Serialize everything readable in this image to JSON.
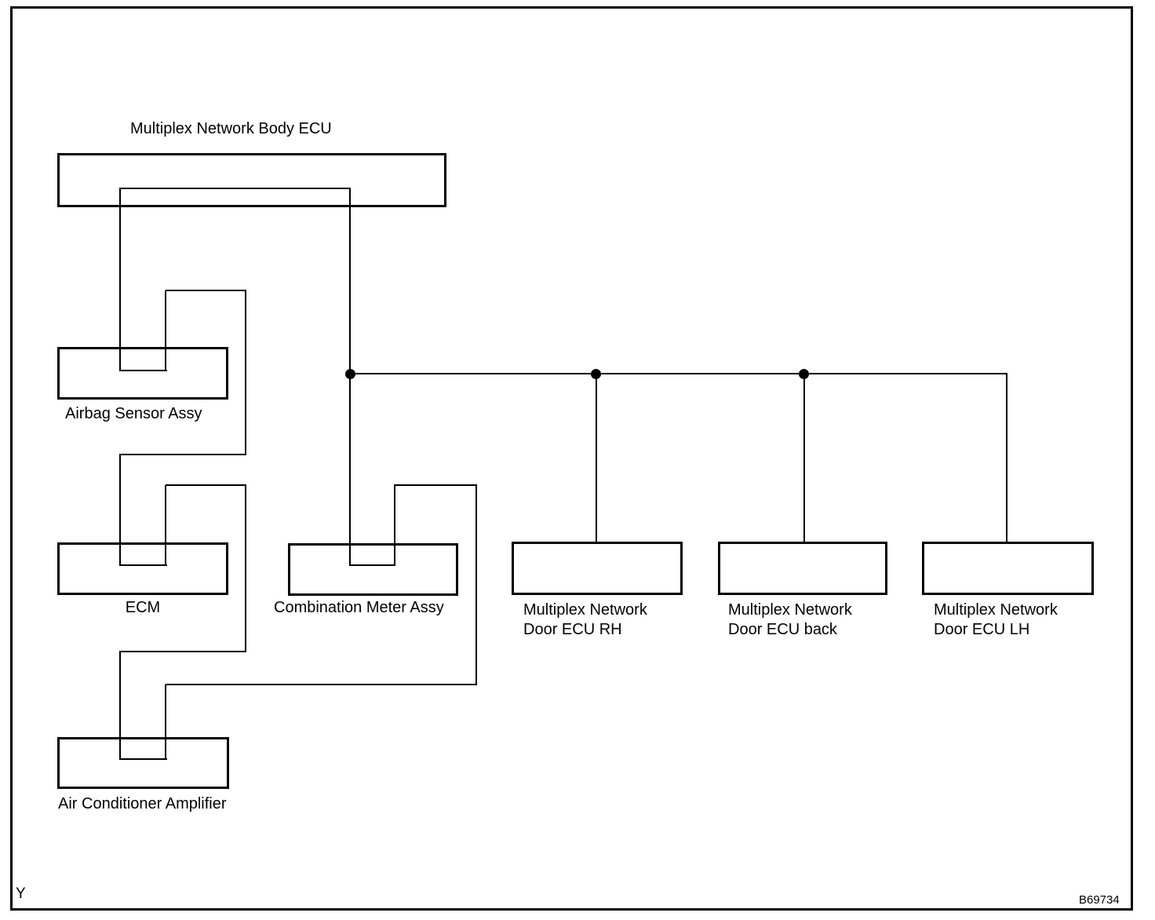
{
  "diagram": {
    "nodes": {
      "body_ecu": {
        "label": "Multiplex Network Body ECU"
      },
      "airbag_sensor": {
        "label": "Airbag Sensor Assy"
      },
      "ecm": {
        "label": "ECM"
      },
      "ac_amplifier": {
        "label": "Air Conditioner Amplifier"
      },
      "combination_meter": {
        "label": "Combination Meter Assy"
      },
      "door_ecu_rh": {
        "label_line1": "Multiplex Network",
        "label_line2": "Door ECU RH"
      },
      "door_ecu_back": {
        "label_line1": "Multiplex Network",
        "label_line2": "Door ECU back"
      },
      "door_ecu_lh": {
        "label_line1": "Multiplex Network",
        "label_line2": "Door ECU LH"
      }
    },
    "connections": [
      "Multiplex Network Body ECU - Airbag Sensor Assy",
      "Airbag Sensor Assy - ECM",
      "ECM - Air Conditioner Amplifier",
      "Air Conditioner Amplifier - Combination Meter Assy",
      "Combination Meter Assy - network bus junction",
      "network bus junction - Multiplex Network Body ECU",
      "network bus - Multiplex Network Door ECU RH",
      "network bus - Multiplex Network Door ECU back",
      "network bus - Multiplex Network Door ECU LH"
    ],
    "footer": {
      "page_letter": "Y",
      "figure_code": "B69734"
    },
    "colors": {
      "line": "#000000",
      "background": "#ffffff",
      "text": "#000000"
    }
  }
}
